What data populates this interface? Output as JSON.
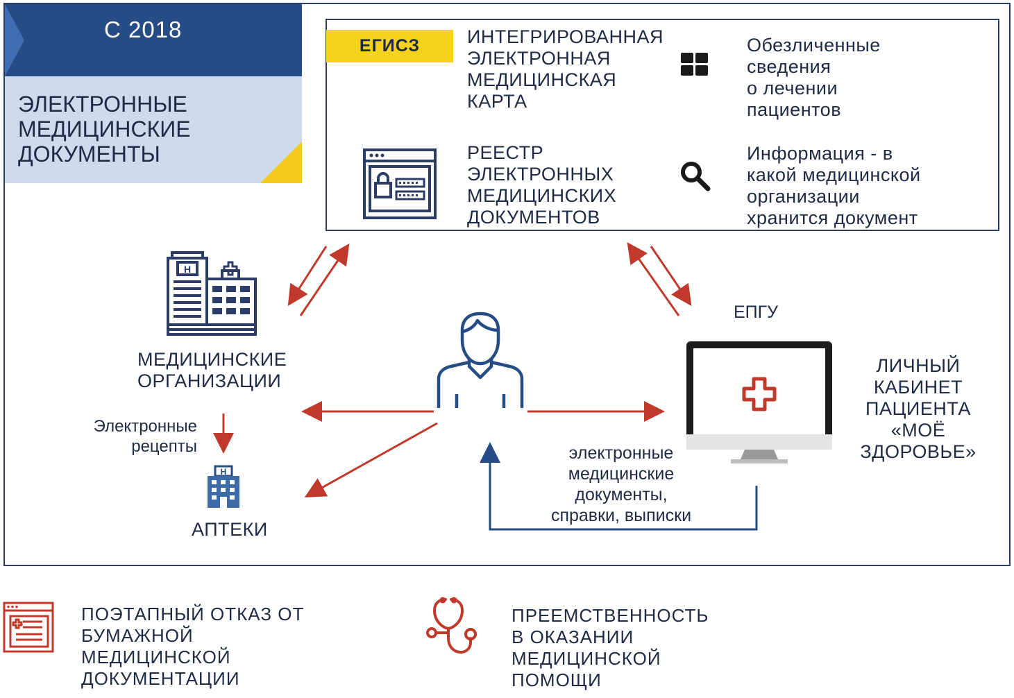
{
  "banner": {
    "year": "С 2018",
    "title": "ЭЛЕКТРОННЫЕ\nМЕДИЦИНСКИЕ\nДОКУМЕНТЫ"
  },
  "egisz": {
    "badge": "ЕГИСЗ",
    "iemk": "ИНТЕГРИРОВАННАЯ\nЭЛЕКТРОННАЯ\nМЕДИЦИНСКАЯ\nКАРТА",
    "iemk_desc": "Обезличенные\nсведения\nо лечении\nпациентов",
    "registry": "РЕЕСТР\nЭЛЕКТРОННЫХ\nМЕДИЦИНСКИХ\nДОКУМЕНТОВ",
    "registry_desc": "Информация - в\nкакой медицинской\nорганизации\nхранится документ"
  },
  "nodes": {
    "med_orgs": "МЕДИЦИНСКИЕ\nОРГАНИЗАЦИИ",
    "recipes": "Электронные\nрецепты",
    "pharmacy": "АПТЕКИ",
    "epgu": "ЕПГУ",
    "cabinet": "ЛИЧНЫЙ\nКАБИНЕТ\nПАЦИЕНТА\n«МОЁ\nЗДОРОВЬЕ»",
    "edocs": "электронные\nмедицинские\nдокументы,\nсправки, выписки"
  },
  "footer": {
    "left": "ПОЭТАПНЫЙ ОТКАЗ ОТ\nБУМАЖНОЙ\nМЕДИЦИНСКОЙ\nДОКУМЕНТАЦИИ",
    "right": "ПРЕЕМСТВЕННОСТЬ\nВ ОКАЗАНИИ\nМЕДИЦИНСКОЙ\nПОМОЩИ"
  },
  "colors": {
    "navy": "#264c86",
    "dark": "#1f2a44",
    "light_blue": "#cfdbed",
    "yellow": "#f2c81a",
    "red": "#c0392b"
  },
  "icons": [
    "grid-icon",
    "search-icon",
    "registry-window-icon",
    "hospital-icon",
    "doctor-icon",
    "monitor-icon",
    "pharmacy-icon",
    "paper-document-icon",
    "stethoscope-icon"
  ]
}
